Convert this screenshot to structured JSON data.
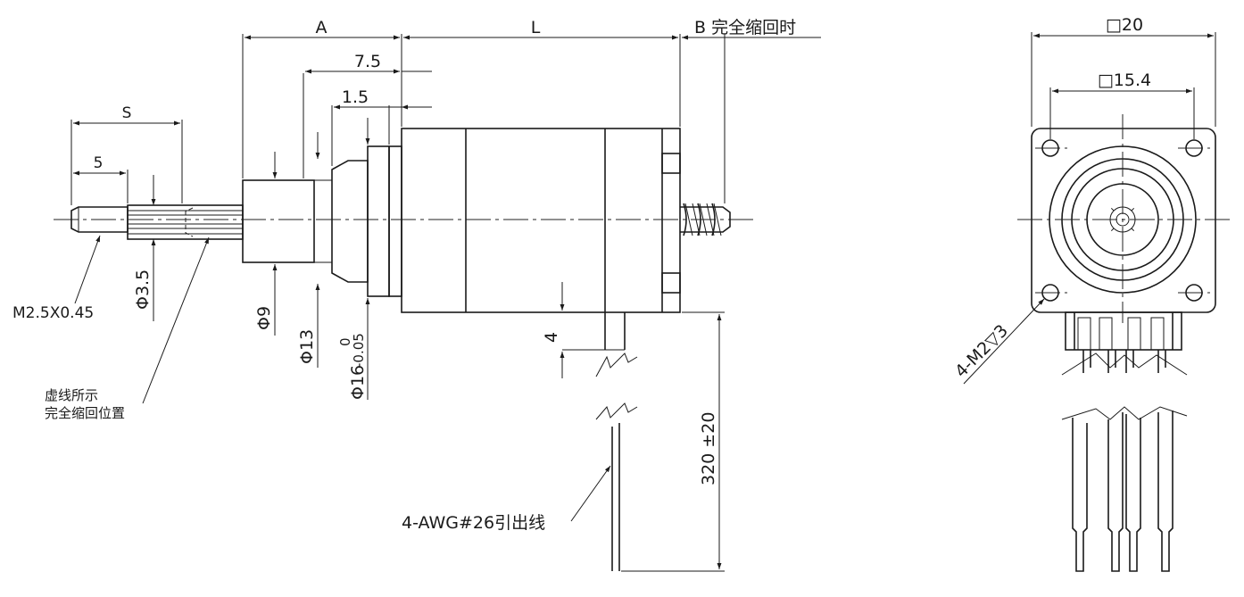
{
  "side_view": {
    "dim_A": "A",
    "dim_L": "L",
    "dim_B_retracted": "B 完全缩回时",
    "dim_7_5": "7.5",
    "dim_1_5": "1.5",
    "dim_S": "S",
    "dim_5": "5",
    "thread_note": "M2.5X0.45",
    "dia_3_5": "Φ3.5",
    "dia_9": "Φ9",
    "dia_13": "Φ13",
    "dia_16": "Φ16",
    "tol_upper": "0",
    "tol_lower": "-0.05",
    "dim_4": "4",
    "lead_length": "320 ±20",
    "dashed_note_line1": "虚线所示",
    "dashed_note_line2": "完全缩回位置",
    "lead_wire_note": "4-AWG#26引出线"
  },
  "front_view": {
    "square_20": "□20",
    "square_15_4": "□15.4",
    "hole_note": "4-M2▽3"
  }
}
